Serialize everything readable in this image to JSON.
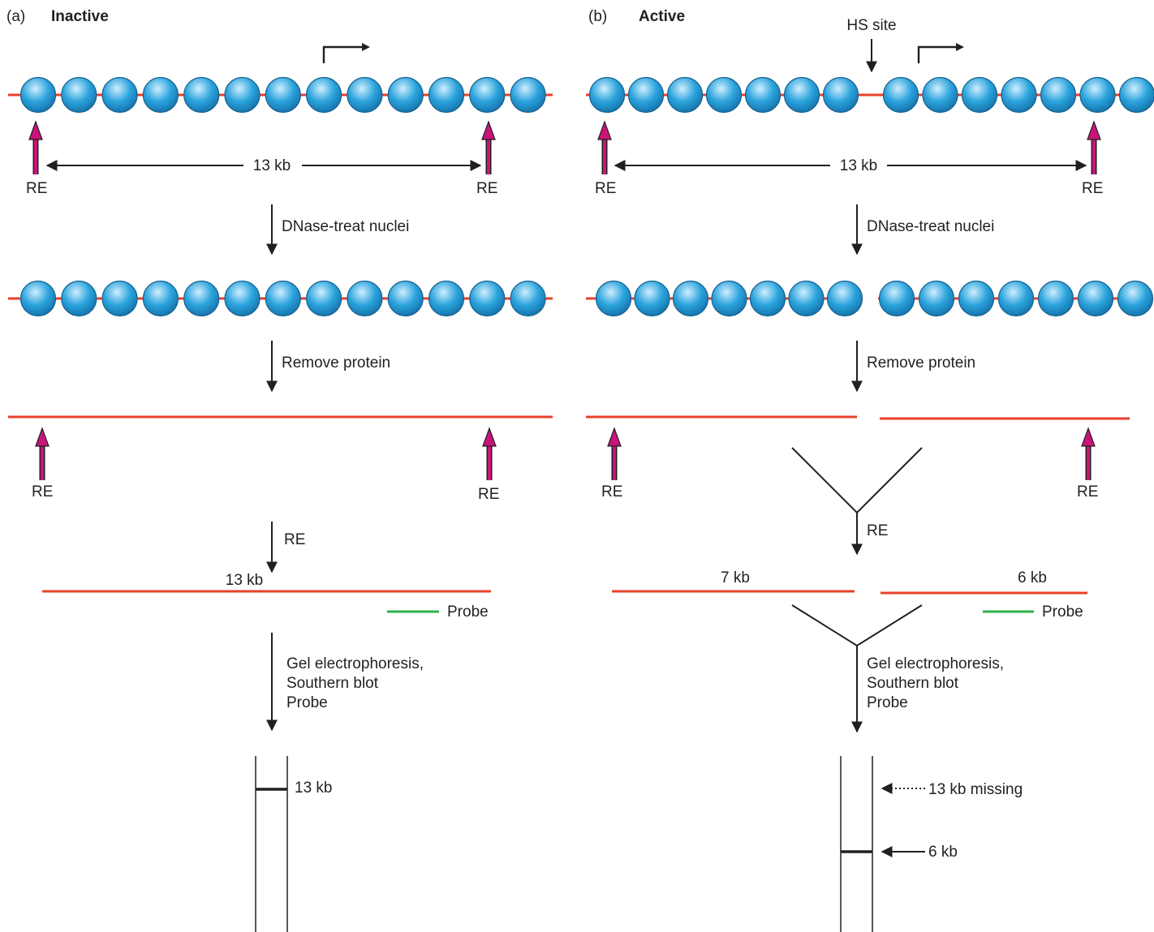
{
  "colors": {
    "dna": "#e8402a",
    "nucleosome": "#2aa3dc",
    "nucleosome_light": "#cfeeff",
    "nucleosome_outline": "#1a6fa3",
    "re_arrow": "#c8157a",
    "probe": "#2fb34a",
    "ink": "#231f20"
  },
  "panel_a": {
    "letter": "(a)",
    "title": "Inactive",
    "span_label": "13 kb",
    "re_label": "RE",
    "step1": "DNase-treat nuclei",
    "step2": "Remove protein",
    "step3": "RE",
    "fragment_label": "13 kb",
    "probe_label": "Probe",
    "step4_line1": "Gel electrophoresis,",
    "step4_line2": "Southern blot",
    "step4_line3": "Probe",
    "band_label": "13 kb"
  },
  "panel_b": {
    "letter": "(b)",
    "title": "Active",
    "hs_label": "HS site",
    "span_label": "13 kb",
    "re_label": "RE",
    "step1": "DNase-treat nuclei",
    "step2": "Remove protein",
    "step3": "RE",
    "fragment_left_label": "7 kb",
    "fragment_right_label": "6 kb",
    "probe_label": "Probe",
    "step4_line1": "Gel electrophoresis,",
    "step4_line2": "Southern blot",
    "step4_line3": "Probe",
    "missing_label": "13 kb missing",
    "band_label": "6 kb"
  }
}
